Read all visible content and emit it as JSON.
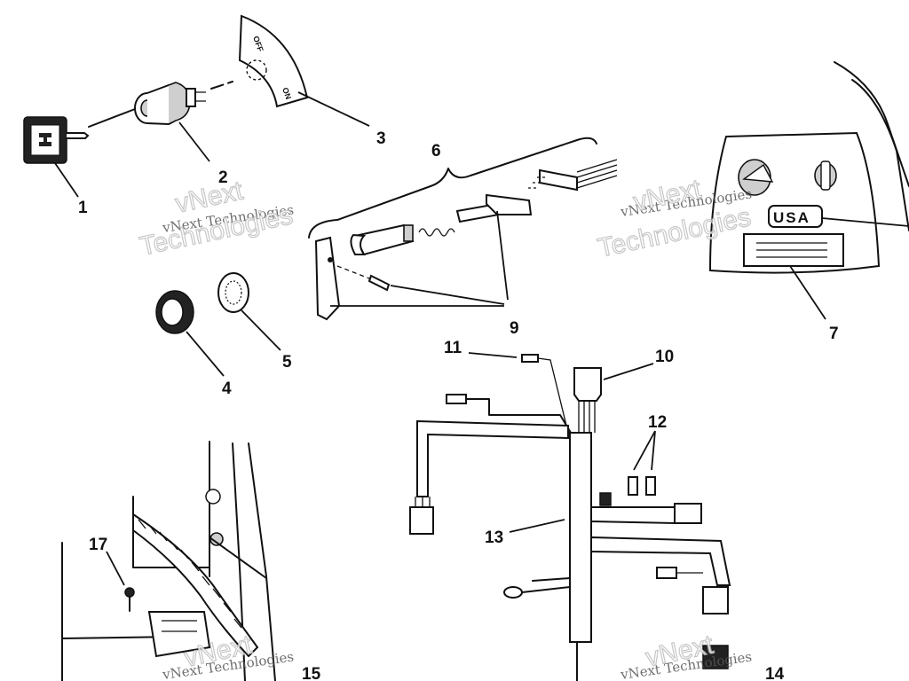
{
  "switch_plate": {
    "off": "OFF",
    "on": "ON"
  },
  "decal_text": "USA",
  "callouts": [
    {
      "id": "callout-1",
      "label": "1"
    },
    {
      "id": "callout-2",
      "label": "2"
    },
    {
      "id": "callout-3",
      "label": "3"
    },
    {
      "id": "callout-4",
      "label": "4"
    },
    {
      "id": "callout-5",
      "label": "5"
    },
    {
      "id": "callout-6",
      "label": "6"
    },
    {
      "id": "callout-7",
      "label": "7"
    },
    {
      "id": "callout-9",
      "label": "9"
    },
    {
      "id": "callout-10",
      "label": "10"
    },
    {
      "id": "callout-11",
      "label": "11"
    },
    {
      "id": "callout-12",
      "label": "12"
    },
    {
      "id": "callout-13",
      "label": "13"
    },
    {
      "id": "callout-14",
      "label": "14"
    },
    {
      "id": "callout-15",
      "label": "15"
    },
    {
      "id": "callout-17",
      "label": "17"
    }
  ],
  "watermark": {
    "line1": "vNext Technologies",
    "line2": "Technologies",
    "line3": "vNext"
  }
}
